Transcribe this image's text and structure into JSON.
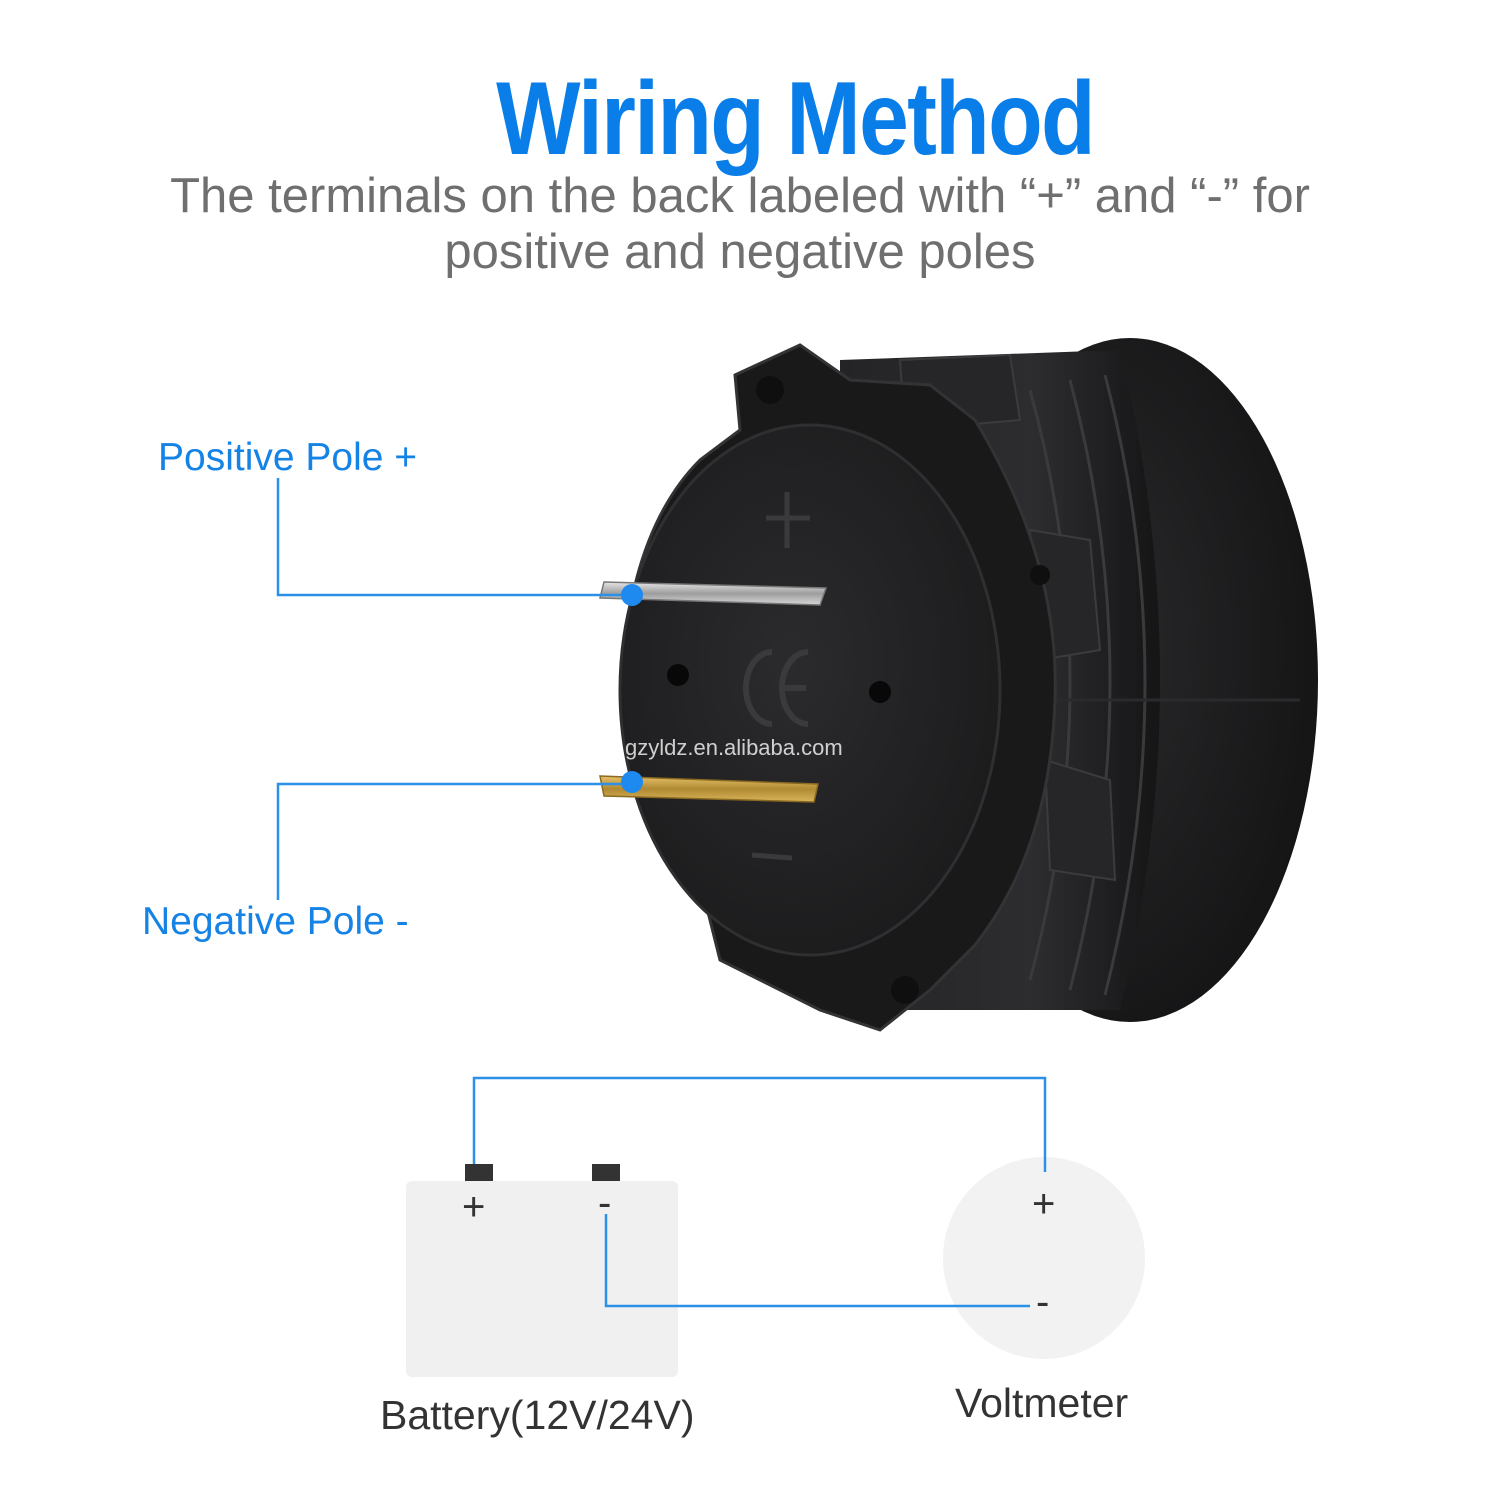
{
  "header": {
    "title": "Wiring Method",
    "subtitle_line1": "The terminals on the back labeled with “+” and “-” for",
    "subtitle_line2": "positive and negative poles"
  },
  "callouts": {
    "positive": "Positive Pole +",
    "negative": "Negative Pole -"
  },
  "product": {
    "plus_mark": "+",
    "minus_mark": "—",
    "ce_mark": "CE",
    "watermark": "gzyldz.en.alibaba.com"
  },
  "circuit": {
    "battery_label": "Battery(12V/24V)",
    "battery_plus": "+",
    "battery_minus": "-",
    "voltmeter_label": "Voltmeter",
    "voltmeter_plus": "+",
    "voltmeter_minus": "-"
  },
  "colors": {
    "accent": "#0a7ee8",
    "callout_line": "#2a90e8",
    "device_body": "#1e1e20",
    "battery_fill": "#f0f0f0",
    "voltmeter_fill": "#f2f2f2"
  }
}
